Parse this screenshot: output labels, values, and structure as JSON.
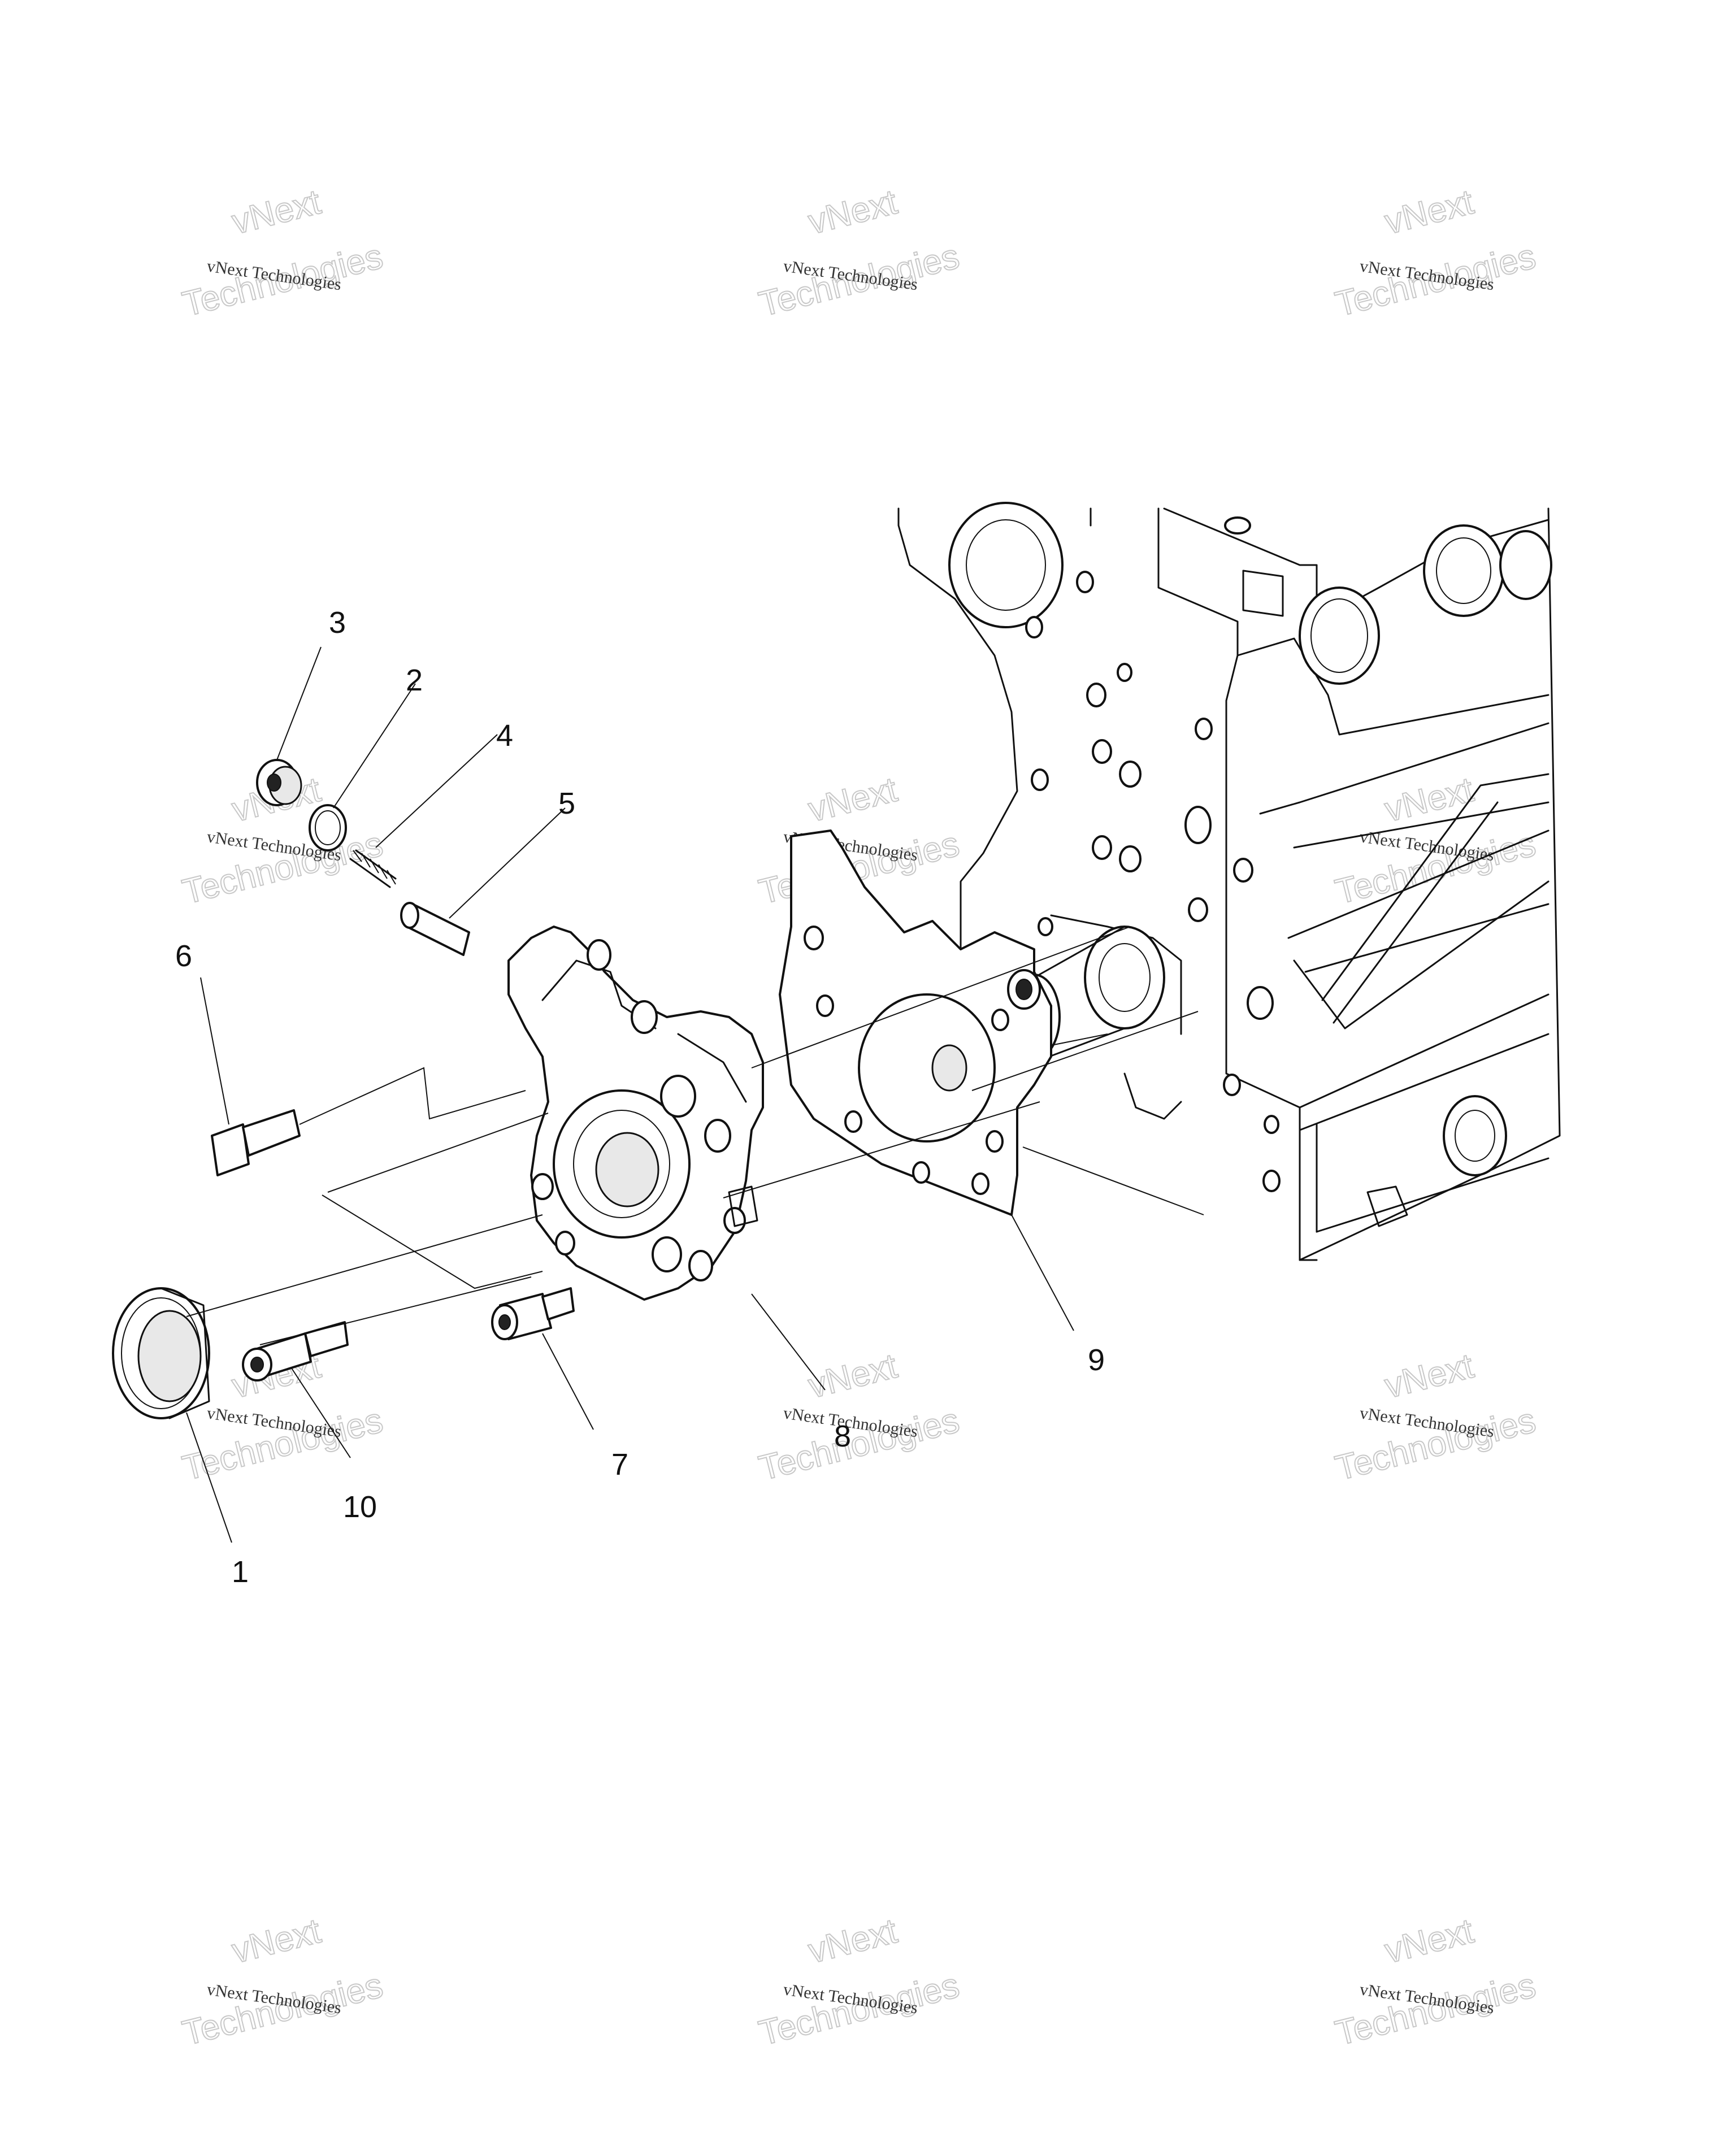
{
  "watermark": {
    "line1": "vNext",
    "line2": "vNext Technologies",
    "line3": "Technologies"
  },
  "callouts": {
    "c1": "1",
    "c2": "2",
    "c3": "3",
    "c4": "4",
    "c5": "5",
    "c6": "6",
    "c7": "7",
    "c8": "8",
    "c9": "9",
    "c10": "10"
  }
}
